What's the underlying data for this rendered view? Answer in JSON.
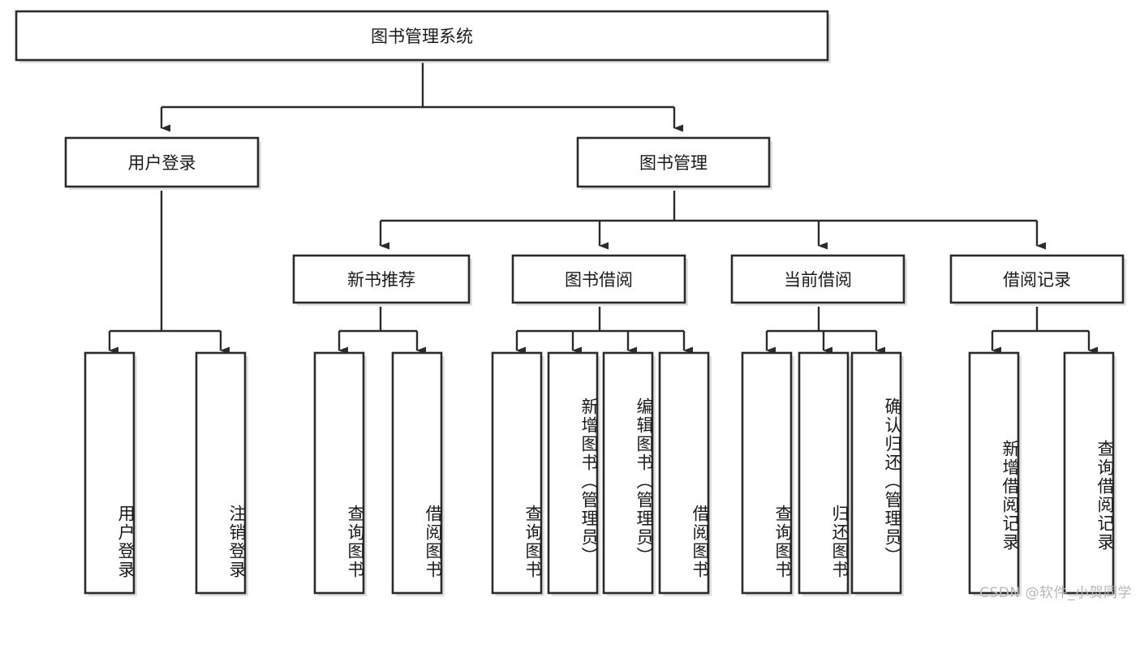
{
  "diagram": {
    "type": "tree-hierarchy",
    "title": "图书管理系统",
    "watermark": "CSDN @软件_小贺同学",
    "arrow_color": "#2b2b2b",
    "box_stroke": "#2b2b2b",
    "box_fill": "#ffffff",
    "text_color": "#1a1a1a",
    "watermark_color": "#b6b6b6",
    "levels": 4
  },
  "nodes": {
    "root": {
      "label": "图书管理系统",
      "orientation": "horizontal",
      "level": 1
    },
    "level2": [
      {
        "id": "user-login",
        "label": "用户登录",
        "orientation": "horizontal",
        "level": 2
      },
      {
        "id": "book-manage",
        "label": "图书管理",
        "orientation": "horizontal",
        "level": 2
      }
    ],
    "level3": [
      {
        "id": "new-book-recommend",
        "label": "新书推荐",
        "orientation": "horizontal",
        "level": 3,
        "parent": "book-manage"
      },
      {
        "id": "book-borrow",
        "label": "图书借阅",
        "orientation": "horizontal",
        "level": 3,
        "parent": "book-manage"
      },
      {
        "id": "current-borrow",
        "label": "当前借阅",
        "orientation": "horizontal",
        "level": 3,
        "parent": "book-manage"
      },
      {
        "id": "borrow-record",
        "label": "借阅记录",
        "orientation": "horizontal",
        "level": 3,
        "parent": "book-manage"
      }
    ],
    "leaves": {
      "user_login": [
        {
          "id": "leaf-user-login",
          "label": "用户登录",
          "orientation": "vertical"
        },
        {
          "id": "leaf-logout-login",
          "label": "注销登录",
          "orientation": "vertical"
        }
      ],
      "new_book_recommend": [
        {
          "id": "leaf-query-book-1",
          "label": "查询图书",
          "orientation": "vertical"
        },
        {
          "id": "leaf-borrow-book-1",
          "label": "借阅图书",
          "orientation": "vertical"
        }
      ],
      "book_borrow": [
        {
          "id": "leaf-query-book-2",
          "label": "查询图书",
          "orientation": "vertical"
        },
        {
          "id": "leaf-add-book",
          "label": "新增图书（管理员）",
          "orientation": "vertical"
        },
        {
          "id": "leaf-edit-book",
          "label": "编辑图书（管理员）",
          "orientation": "vertical"
        },
        {
          "id": "leaf-borrow-book-2",
          "label": "借阅图书",
          "orientation": "vertical"
        }
      ],
      "current_borrow": [
        {
          "id": "leaf-query-book-3",
          "label": "查询图书",
          "orientation": "vertical"
        },
        {
          "id": "leaf-return-book",
          "label": "归还图书",
          "orientation": "vertical"
        },
        {
          "id": "leaf-confirm-return",
          "label": "确认归还（管理员）",
          "orientation": "vertical"
        }
      ],
      "borrow_record": [
        {
          "id": "leaf-add-record",
          "label": "新增借阅记录",
          "orientation": "vertical"
        },
        {
          "id": "leaf-query-record",
          "label": "查询借阅记录",
          "orientation": "vertical"
        }
      ]
    }
  }
}
